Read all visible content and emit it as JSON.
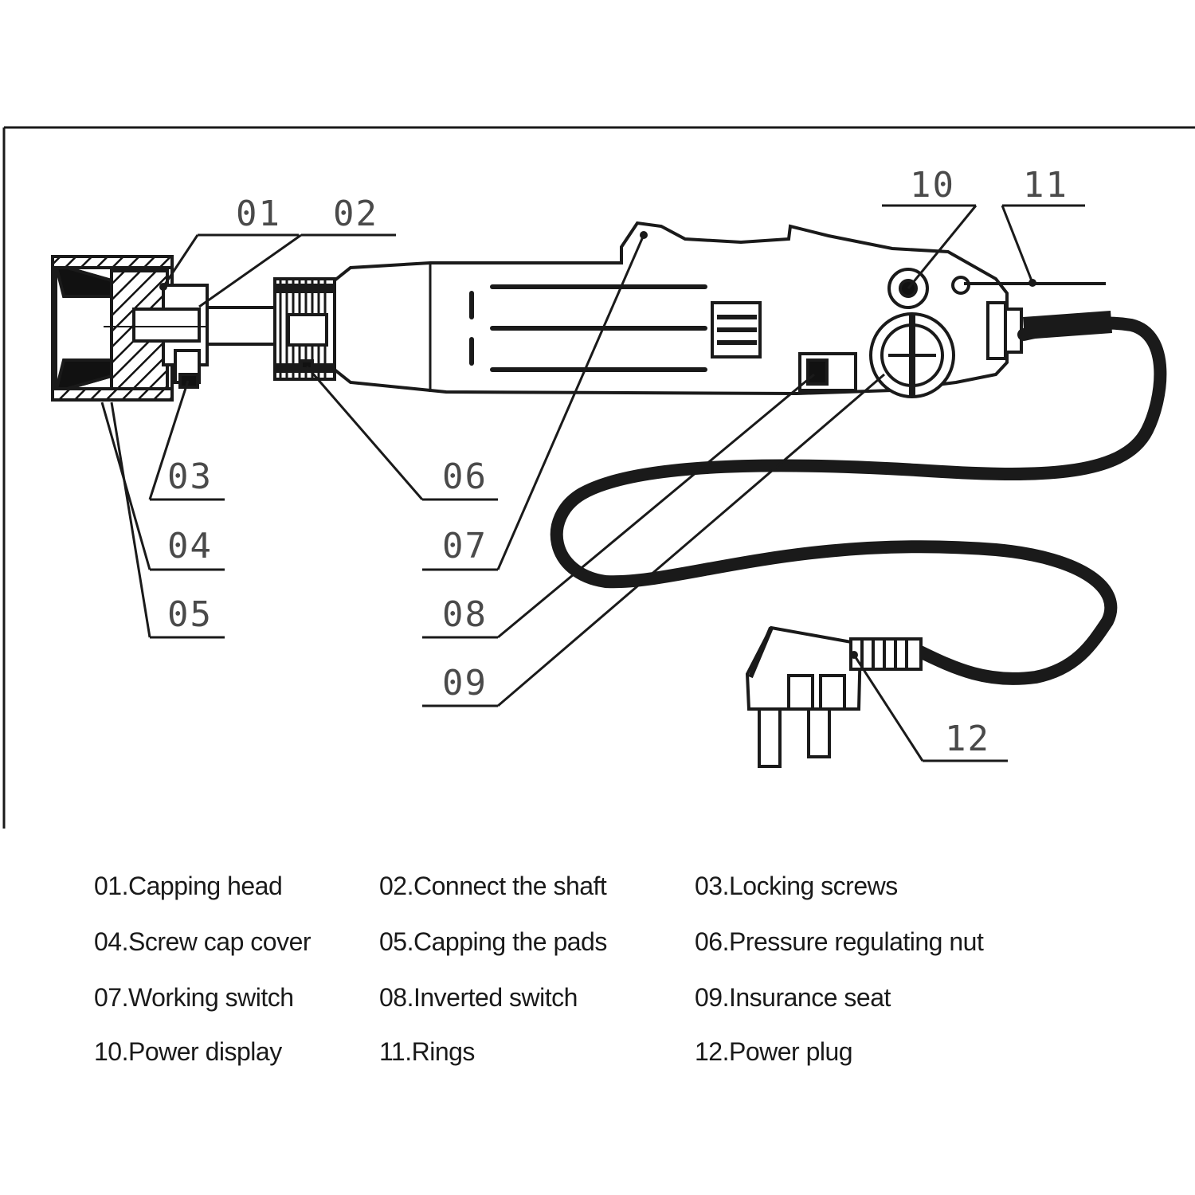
{
  "callouts": {
    "c01": "01",
    "c02": "02",
    "c03": "03",
    "c04": "04",
    "c05": "05",
    "c06": "06",
    "c07": "07",
    "c08": "08",
    "c09": "09",
    "c10": "10",
    "c11": "11",
    "c12": "12"
  },
  "legend": {
    "l01": "01.Capping head",
    "l02": "02.Connect the shaft",
    "l03": "03.Locking screws",
    "l04": "04.Screw cap cover",
    "l05": "05.Capping the pads",
    "l06": "06.Pressure regulating nut",
    "l07": "07.Working switch",
    "l08": "08.Inverted switch",
    "l09": "09.Insurance seat",
    "l10": "10.Power display",
    "l11": "11.Rings",
    "l12": "12.Power plug"
  },
  "colors": {
    "line": "#1a1a1a",
    "callout": "#4a4a4a"
  }
}
